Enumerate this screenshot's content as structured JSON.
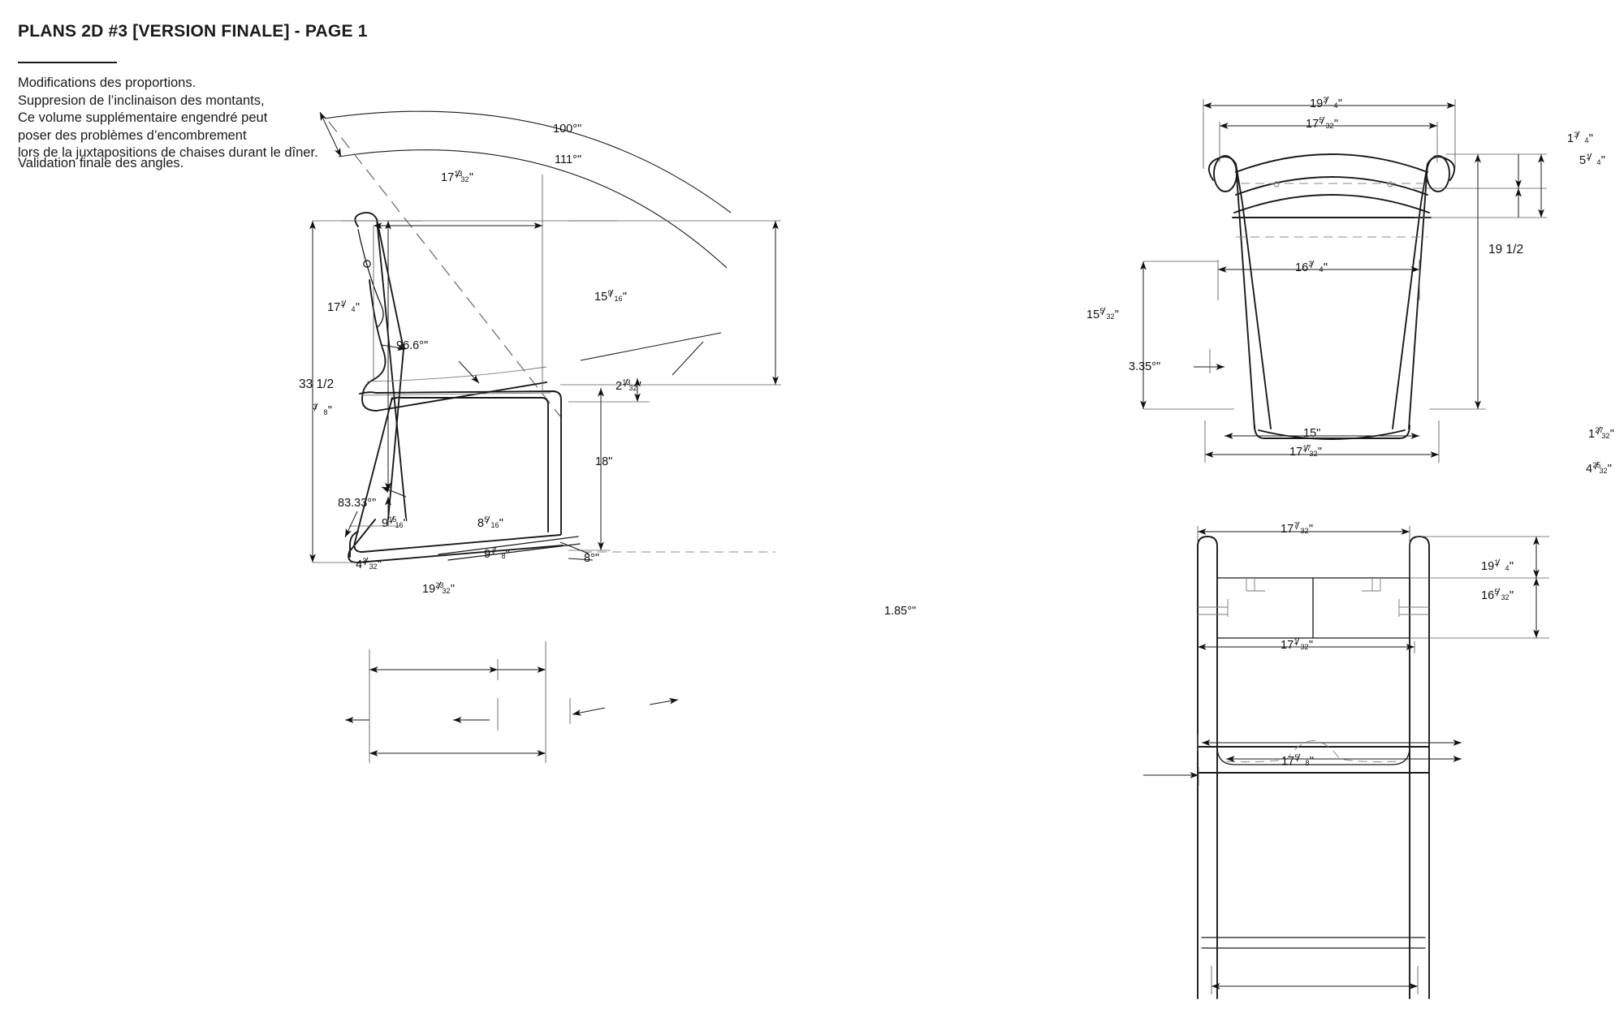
{
  "header": {
    "title": "PLANS 2D #3 [VERSION FINALE] - PAGE 1",
    "notes": "Modifications des proportions.\nSuppresion de l’inclinaison des montants,\nCe volume supplémentaire engendré peut\nposer des problèmes d’encombrement\nlors de la juxtapositions de chaises durant le dîner.",
    "validation": "Validation finale des angles."
  },
  "views": {
    "side": {
      "name": "side-elevation",
      "dimensions": {
        "arc_outer_angle": "100°\"",
        "arc_inner_angle": "111°\"",
        "back_depth_top": "17",
        "back_depth_top_num": "13",
        "back_depth_top_den": "32",
        "back_height": "17",
        "back_height_num": "1",
        "back_height_den": "4",
        "overall_height": "33 1/2",
        "seat_thickness_num": "3",
        "seat_thickness_den": "8",
        "seat_angle": "96.6°\"",
        "leg_angle": "83.33°\"",
        "seat_back_height": "15",
        "seat_back_height_num": "9",
        "seat_back_height_den": "16",
        "rail_gap": "2",
        "rail_gap_num": "13",
        "rail_gap_den": "32",
        "seat_height": "18\"",
        "front_rake_angle": "8°\"",
        "seat_front_run": "9",
        "seat_front_run_num": "15",
        "seat_front_run_den": "16",
        "seat_rear_run": "8",
        "seat_rear_run_num": "5",
        "seat_rear_run_den": "16",
        "stretcher": "9",
        "stretcher_num": "7",
        "stretcher_den": "8",
        "foot_offset": "4",
        "foot_offset_num": "3",
        "foot_offset_den": "32",
        "overall_depth": "19",
        "overall_depth_num": "23",
        "overall_depth_den": "32"
      }
    },
    "front": {
      "name": "front-elevation",
      "dimensions": {
        "overall_width": "19",
        "overall_width_num": "3",
        "overall_width_den": "4",
        "crest_width": "17",
        "crest_width_num": "5",
        "crest_width_den": "32",
        "post_top": "1",
        "post_top_num": "3",
        "post_top_den": "4",
        "crest_height": "5",
        "crest_height_num": "1",
        "crest_height_den": "4",
        "inner_width": "16",
        "inner_width_num": "3",
        "inner_width_den": "4",
        "post_height": "15",
        "post_height_num": "5",
        "post_height_den": "32",
        "total_height": "19 1/2",
        "post_angle": "3.35°\"",
        "seat_inner_width": "15\"",
        "seat_outer_width": "17",
        "seat_outer_width_num": "17",
        "seat_outer_width_den": "32"
      }
    },
    "plan": {
      "name": "plan-view",
      "dimensions": {
        "top_width": "17",
        "top_width_num": "7",
        "top_width_den": "32",
        "rail_depth_1": "1",
        "rail_depth_1_num": "27",
        "rail_depth_1_den": "32",
        "rail_depth_2": "4",
        "rail_depth_2_num": "25",
        "rail_depth_2_den": "32",
        "inner_width": "17",
        "inner_width_num": "1",
        "inner_width_den": "32",
        "seat_width": "19",
        "seat_width_num": "1",
        "seat_width_den": "4",
        "seat_inner": "16",
        "seat_inner_num": "5",
        "seat_inner_den": "32",
        "leg_splay_angle": "1.85°\"",
        "bottom_width": "17",
        "bottom_width_num": "5",
        "bottom_width_den": "8"
      }
    }
  }
}
